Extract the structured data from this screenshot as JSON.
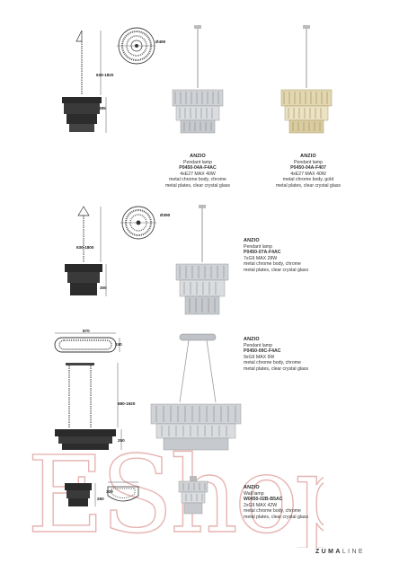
{
  "products": [
    {
      "name": "ANZIO",
      "type": "Pendant lamp",
      "code": "P0450-04A-F4AC",
      "power": "4xE27 MAX 40W",
      "material1": "metal chrome body, chrome",
      "material2": "metal plates, clear crystal glass"
    },
    {
      "name": "ANZIO",
      "type": "Pendant lamp",
      "code": "P0450-04A-F407",
      "power": "4xE27 MAX 40W",
      "material1": "metal chrome body, gold",
      "material2": "metal plates, clear crystal glass"
    },
    {
      "name": "ANZIO",
      "type": "Pendant lamp",
      "code": "P0450-07A-F4AC",
      "power": "7xG9 MAX 28W",
      "material1": "metal chrome body, chrome",
      "material2": "metal plates, clear crystal glass"
    },
    {
      "name": "ANZIO",
      "type": "Pendant lamp",
      "code": "P0450-09C-F4AC",
      "power": "9xG9 MAX 9W",
      "material1": "metal chrome body, chrome",
      "material2": "metal plates, clear crystal glass"
    },
    {
      "name": "ANZIO",
      "type": "Wall lamp",
      "code": "W0450-02B-B5AC",
      "power": "2xG9 MAX 42W",
      "material1": "metal chrome body, chrome",
      "material2": "metal plates, clear crystal glass"
    }
  ],
  "dimensions": {
    "d1_diameter": "Ø490",
    "d1_height": "630-1820",
    "d1_body": "385",
    "d2_diameter": "Ø390",
    "d2_height": "630-1800",
    "d2_body": "300",
    "d3_width": "870",
    "d3_depth": "240",
    "d3_height": "680-1920",
    "d3_body": "250",
    "d4_width": "300",
    "d4_body": "260"
  },
  "watermark": "EShop",
  "brand": {
    "bold": "ZUMA",
    "light": "LINE"
  }
}
